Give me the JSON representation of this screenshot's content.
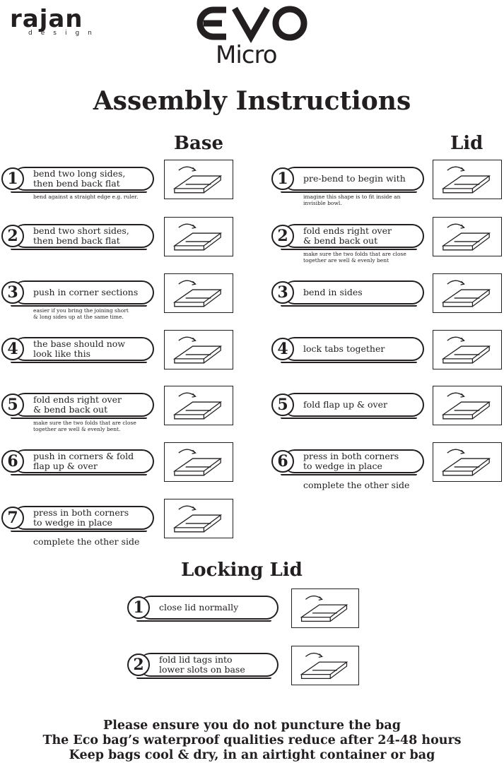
{
  "brand": {
    "rajan": "rajan",
    "design": "design",
    "evo": "EVO",
    "micro": "Micro"
  },
  "title": "Assembly Instructions",
  "base": {
    "heading": "Base",
    "steps": [
      {
        "number": "1",
        "text": "bend two long sides,\nthen bend back flat",
        "note": "bend against a straight edge e.g. ruler.",
        "illustration": "folding-long-sides-illustration"
      },
      {
        "number": "2",
        "text": "bend two short sides,\nthen bend back flat",
        "note": "",
        "illustration": "folding-short-sides-illustration"
      },
      {
        "number": "3",
        "text": "push in corner sections",
        "note": "easier if you bring the joining short\n& long sides up at the same time.",
        "illustration": "push-corner-illustration"
      },
      {
        "number": "4",
        "text": "the base should now\nlook like this",
        "note": "",
        "illustration": "base-shape-illustration"
      },
      {
        "number": "5",
        "text": "fold ends right over\n& bend back out",
        "note": "make sure the two folds that are close\ntogether are well & evenly bent.",
        "illustration": "fold-ends-illustration"
      },
      {
        "number": "6",
        "text": "push in corners & fold\nflap up & over",
        "note": "",
        "illustration": "corners-flap-illustration"
      },
      {
        "number": "7",
        "text": "press in both corners\nto wedge in place",
        "note": "",
        "complete": "complete the other side",
        "illustration": "wedge-corners-illustration"
      }
    ]
  },
  "lid": {
    "heading": "Lid",
    "steps": [
      {
        "number": "1",
        "text": "pre-bend to begin with",
        "note": "imagine this shape is to fit inside an\ninvisible bowl.",
        "illustration": "pre-bend-illustration"
      },
      {
        "number": "2",
        "text": "fold ends right over\n& bend back out",
        "note": "make sure the two folds that are close\ntogether are well & evenly bent",
        "illustration": "lid-fold-ends-illustration"
      },
      {
        "number": "3",
        "text": "bend in sides",
        "note": "",
        "illustration": "bend-sides-illustration"
      },
      {
        "number": "4",
        "text": "lock tabs together",
        "note": "",
        "illustration": "lock-tabs-illustration"
      },
      {
        "number": "5",
        "text": "fold flap up & over",
        "note": "",
        "illustration": "fold-flap-illustration"
      },
      {
        "number": "6",
        "text": "press in both corners\nto wedge in place",
        "note": "",
        "complete": "complete the other side",
        "illustration": "lid-wedge-illustration"
      }
    ]
  },
  "locking": {
    "heading": "Locking Lid",
    "steps": [
      {
        "number": "1",
        "text": "close lid normally",
        "illustration": "closed-box-illustration"
      },
      {
        "number": "2",
        "text": "fold lid tags into\nlower slots on base",
        "illustration": "fold-tags-illustration"
      }
    ]
  },
  "footer": [
    "Please ensure you do not puncture the bag",
    "The Eco bag’s waterproof qualities reduce after 24-48 hours",
    "Keep bags cool & dry, in an airtight container or bag"
  ]
}
